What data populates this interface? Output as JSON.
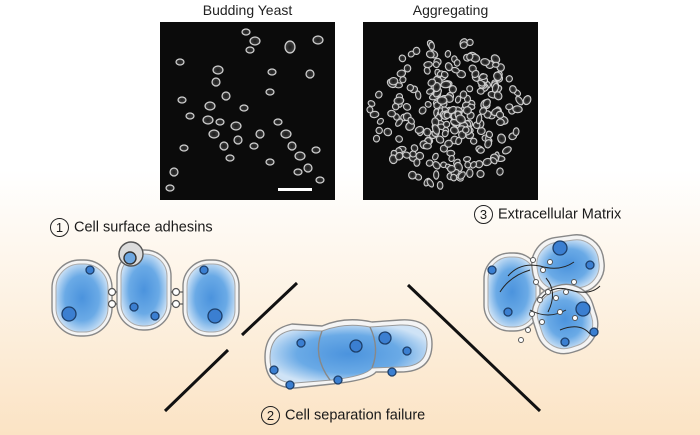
{
  "panels": {
    "budding_title": "Budding Yeast",
    "aggregating_title": "Aggregating"
  },
  "mechanisms": [
    {
      "number": "1",
      "label": "Cell surface adhesins"
    },
    {
      "number": "2",
      "label": "Cell separation failure"
    },
    {
      "number": "3",
      "label": "Extracellular Matrix"
    }
  ],
  "colors": {
    "cell_fill": "#5a9fe0",
    "cell_wall": "#8a8a8a",
    "nucleus": "#3b7fd1",
    "background_top": "#ffffff",
    "background_bottom": "#fbe3c4"
  }
}
